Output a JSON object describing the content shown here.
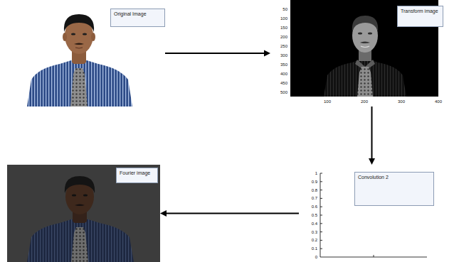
{
  "diagram": {
    "nodes": [
      {
        "text": [
          "Original Image"
        ]
      },
      {
        "text": [
          "Transform image"
        ]
      },
      {
        "text": [
          "Convolution 2"
        ]
      },
      {
        "text": [
          "Fourier image"
        ]
      }
    ],
    "edges": [
      {
        "from": 0,
        "to": 1,
        "arrow": "to"
      },
      {
        "from": 1,
        "to": 2,
        "arrow": "to"
      },
      {
        "from": 2,
        "to": 3,
        "arrow": "to"
      }
    ],
    "labels": [
      "50",
      "100",
      "150",
      "200",
      "250",
      "300",
      "350",
      "400",
      "450",
      "500",
      "100",
      "200",
      "300",
      "400",
      "1",
      "0.9",
      "0.8",
      "0.7",
      "0.6",
      "0.5",
      "0.4",
      "0.3",
      "0.2",
      "0.1",
      "0"
    ]
  }
}
